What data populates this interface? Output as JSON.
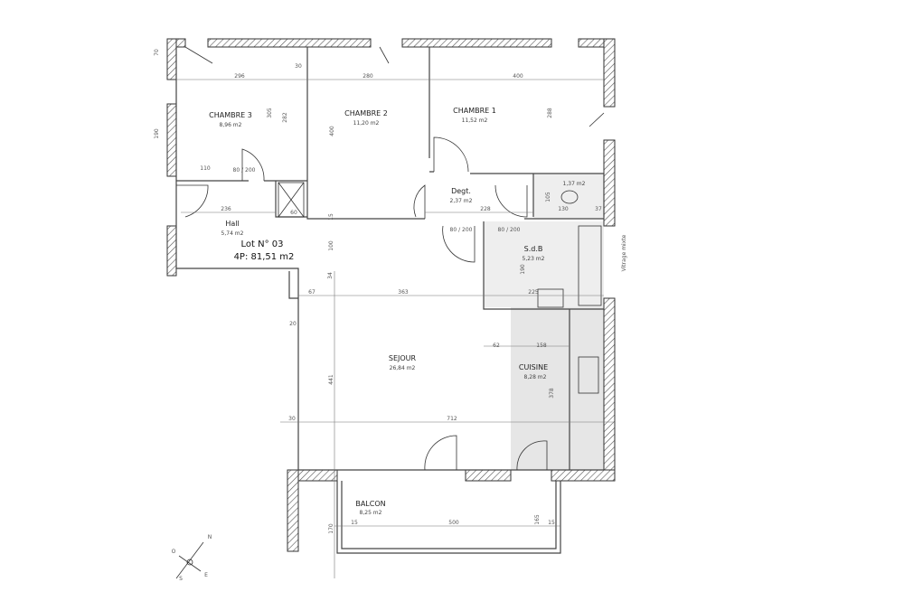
{
  "plan": {
    "lot_label": "Lot N° 03",
    "lot_summary": "4P: 81,51 m2",
    "shade_color": "#e6e6e6",
    "wall_color": "#333333",
    "rooms": [
      {
        "name": "CHAMBRE 3",
        "area": "8,96 m2"
      },
      {
        "name": "CHAMBRE 2",
        "area": "11,20 m2"
      },
      {
        "name": "CHAMBRE 1",
        "area": "11,52 m2"
      },
      {
        "name": "Hall",
        "area": "5,74 m2"
      },
      {
        "name": "Degt.",
        "area": "2,37 m2"
      },
      {
        "name": "",
        "area": "1,37 m2"
      },
      {
        "name": "S.d.B",
        "area": "5,23 m2"
      },
      {
        "name": "SEJOUR",
        "area": "26,84 m2"
      },
      {
        "name": "CUISINE",
        "area": "8,28 m2"
      },
      {
        "name": "BALCON",
        "area": "8,25 m2"
      }
    ],
    "dimensions": [
      "296",
      "280",
      "400",
      "305",
      "282",
      "400",
      "288",
      "110",
      "80\n200",
      "236",
      "60",
      "30",
      "15",
      "100",
      "363",
      "67",
      "62",
      "158",
      "441",
      "712",
      "30",
      "500",
      "15",
      "15",
      "165",
      "170",
      "228",
      "80\n200",
      "80\n200",
      "130",
      "105",
      "37",
      "225",
      "378",
      "190",
      "70",
      "190",
      "20",
      "34"
    ],
    "compass": [
      "N",
      "E",
      "S",
      "O"
    ],
    "vertical_note": "Vitrage mixte"
  }
}
